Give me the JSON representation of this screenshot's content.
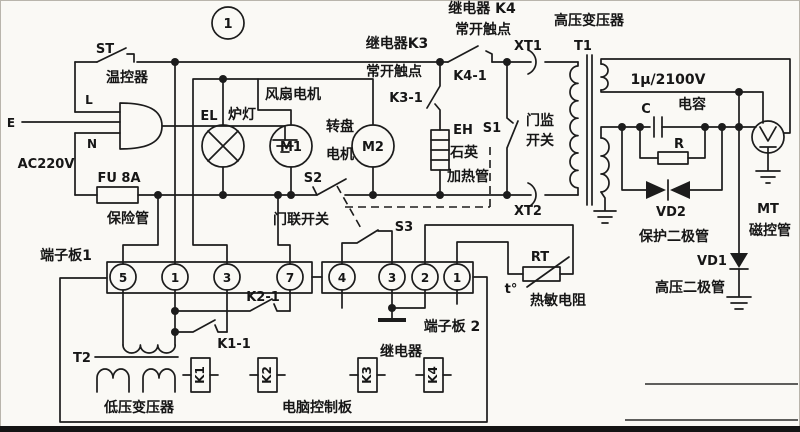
{
  "figure": {
    "number": "1"
  },
  "colors": {
    "ink": "#1c1c1c",
    "paper": "#faf9f5"
  },
  "power": {
    "line": "L",
    "earth": "E",
    "neutral": "N",
    "voltage": "AC220V",
    "thermostat_id": "ST",
    "thermostat_label": "温控器",
    "fuse_id": "FU 8A",
    "fuse_label": "保险管"
  },
  "loads": {
    "lamp_id": "EL",
    "lamp_label": "炉灯",
    "fan_label": "风扇电机",
    "fan_id": "M1",
    "turntable_l1": "转盘",
    "turntable_l2": "电机",
    "turntable_id": "M2",
    "heater_id": "EH",
    "heater_l1": "石英",
    "heater_l2": "加热管"
  },
  "relay_contacts": {
    "k3_title": "继电器K3",
    "k3_sub": "常开触点",
    "k3_id": "K3-1",
    "k4_title": "继电器 K4",
    "k4_sub": "常开触点",
    "k4_id": "K4-1",
    "k1_id": "K1-1",
    "k2_id": "K2-1"
  },
  "door_switches": {
    "s1_id": "S1",
    "s1_l1": "门监",
    "s1_l2": "开关",
    "s2_id": "S2",
    "s2_label": "门联开关",
    "s3_id": "S3"
  },
  "hv_section": {
    "transformer_label": "高压变压器",
    "transformer_id": "T1",
    "xt1": "XT1",
    "xt2": "XT2",
    "cap_spec": "1μ/2100V",
    "cap_id": "C",
    "cap_label": "电容",
    "res_id": "R",
    "vd2_id": "VD2",
    "vd2_label": "保护二极管",
    "vd1_id": "VD1",
    "vd1_label": "高压二极管",
    "magnetron_id": "MT",
    "magnetron_label": "磁控管"
  },
  "terminal_boards": {
    "board1_label": "端子板1",
    "board1_pins": [
      "5",
      "1",
      "3",
      "7"
    ],
    "board2_label": "端子板 2",
    "board2_pins": [
      "4",
      "3",
      "2",
      "1"
    ]
  },
  "control_board": {
    "board_label": "电脑控制板",
    "t2_id": "T2",
    "t2_label": "低压变压器",
    "relays_label": "继电器",
    "coils": [
      "K1",
      "K2",
      "K3",
      "K4"
    ]
  },
  "thermistor": {
    "id": "RT",
    "symbol": "t°",
    "label": "热敏电阻"
  }
}
